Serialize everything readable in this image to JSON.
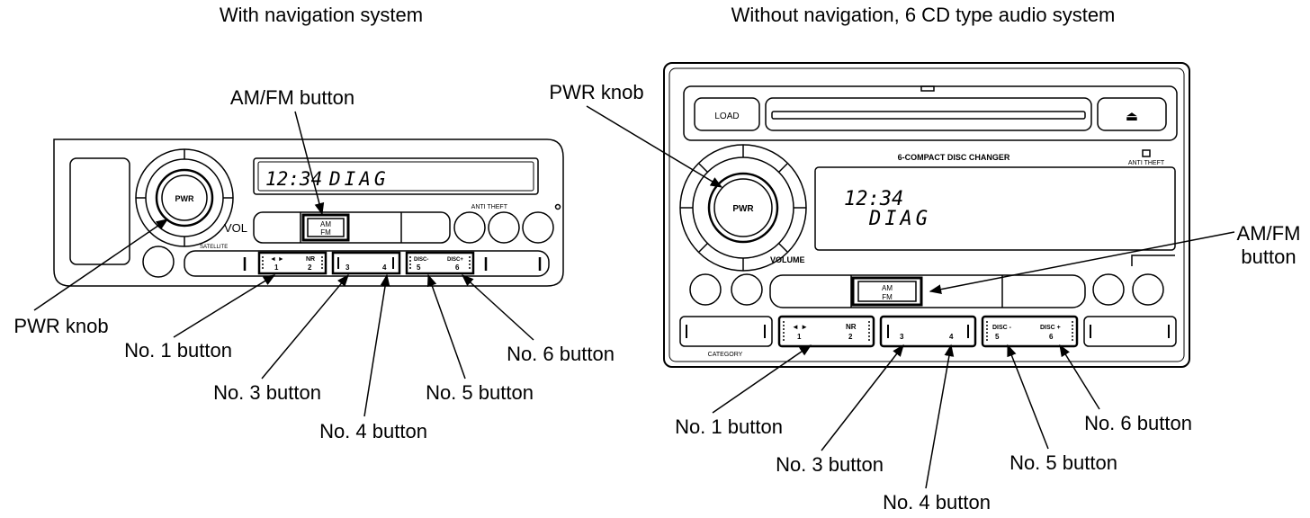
{
  "left_panel": {
    "title": "With navigation system",
    "display_time": "12:34",
    "display_text": "DIAG",
    "vol_label": "VOL",
    "model_text": "SATELLITE",
    "anti_theft": "ANTI THEFT",
    "pwr_cap": "PWR",
    "amfm_am": "AM",
    "amfm_fm": "FM",
    "preset1_top": "◄ ►",
    "preset1_num": "1",
    "preset2_top": "NR",
    "preset2_num": "2",
    "preset3_num": "3",
    "preset4_num": "4",
    "preset5_top": "DISC-",
    "preset5_num": "5",
    "preset6_top": "DISC+",
    "preset6_num": "6",
    "callouts": {
      "amfm": "AM/FM button",
      "pwr": "PWR knob",
      "no1": "No. 1 button",
      "no3": "No. 3 button",
      "no4": "No. 4 button",
      "no5": "No. 5 button",
      "no6": "No. 6 button"
    }
  },
  "right_panel": {
    "title": "Without navigation, 6 CD type audio system",
    "load_label": "LOAD",
    "eject_glyph": "⏏",
    "changer_label": "6-COMPACT DISC CHANGER",
    "anti_theft": "ANTI THEFT",
    "display_time": "12:34",
    "display_text": "DIAG",
    "volume_label": "VOLUME",
    "pwr_cap": "PWR",
    "amfm_am": "AM",
    "amfm_fm": "FM",
    "category_label": "CATEGORY",
    "preset1_top": "◄ ►",
    "preset1_num": "1",
    "preset2_top": "NR",
    "preset2_num": "2",
    "preset3_num": "3",
    "preset4_num": "4",
    "preset5_top": "DISC -",
    "preset5_num": "5",
    "preset6_top": "DISC +",
    "preset6_num": "6",
    "callouts": {
      "pwr": "PWR knob",
      "amfm_line1": "AM/FM",
      "amfm_line2": "button",
      "no1": "No. 1 button",
      "no3": "No. 3 button",
      "no4": "No. 4 button",
      "no5": "No. 5 button",
      "no6": "No. 6 button"
    }
  }
}
